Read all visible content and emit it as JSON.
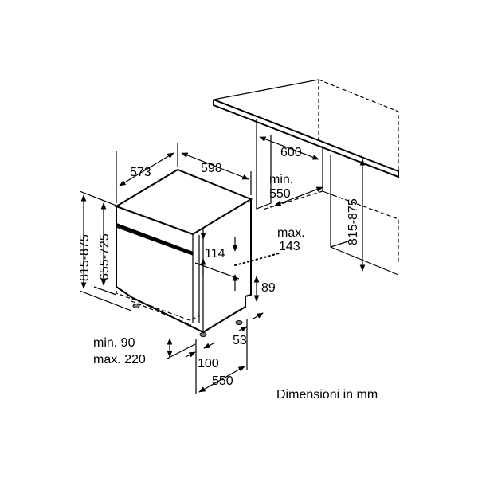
{
  "dimensions": {
    "depth_top": "573",
    "width_top": "598",
    "cabinet_width": "600",
    "niche_depth_min_label": "min.",
    "niche_depth_min_value": "550",
    "height_range_outer": "815-875",
    "height_range_inner": "655-725",
    "cabinet_height_range": "815-875",
    "panel_height": "114",
    "max_label": "max.",
    "max_value": "143",
    "plinth_height": "89",
    "plinth_offset": "53",
    "plinth_min": "min. 90",
    "plinth_max": "max. 220",
    "foot_depth": "100",
    "base_depth": "550"
  },
  "caption": "Dimensioni in mm"
}
